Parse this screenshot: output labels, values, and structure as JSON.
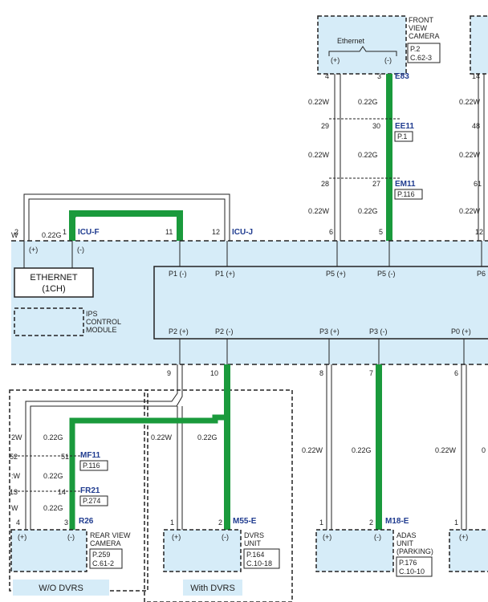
{
  "connectors": {
    "e83": "E83",
    "ee11": "EE11",
    "em11": "EM11",
    "icu_f": "ICU-F",
    "icu_j": "ICU-J",
    "mf11": "MF11",
    "fr21": "FR21",
    "r26": "R26",
    "m55e": "M55-E",
    "m18e": "M18-E"
  },
  "refs": {
    "ee11": "P.1",
    "em11": "P.116",
    "mf11": "P.116",
    "fr21": "P.274"
  },
  "wires": {
    "w022w": "0.22W",
    "w022g": "0.22G",
    "w_cut": "W",
    "w_cut2": "W",
    "w_cut3": "2W",
    "w_cut4": ":W",
    "w_cut5": "W",
    "w_cut6": "0"
  },
  "pins": {
    "p4": "4",
    "p3": "3",
    "p29": "29",
    "p30": "30",
    "p28": "28",
    "p27": "27",
    "p6": "6",
    "p5": "5",
    "p14": "14",
    "p48": "48",
    "p61": "61",
    "p12": "12",
    "p2": "2",
    "p1": "1",
    "p11": "11",
    "p9": "9",
    "p10": "10",
    "p8": "8",
    "p7": "7",
    "p6b": "6",
    "p51": "51",
    "p52": "52",
    "p13": "13",
    "p14b": "14",
    "p4b": "4",
    "p3b": "3",
    "pd1": "1",
    "pd2": "2",
    "pa1": "1",
    "pa2": "2",
    "pr1": "1"
  },
  "front_camera": {
    "name_line1": "FRONT",
    "name_line2": "VIEW",
    "name_line3": "CAMERA",
    "ref1": "P.2",
    "ref2": "C.62-3",
    "inner": "Ethernet",
    "plus": "(+)",
    "minus": "(-)"
  },
  "icu": {
    "ethernet_line1": "ETHERNET",
    "ethernet_line2": "(1CH)",
    "ips_line1": "IPS",
    "ips_line2": "CONTROL",
    "ips_line3": "MODULE",
    "plus": "(+)",
    "minus": "(-)",
    "p1_minus": "P1 (-)",
    "p1_plus": "P1 (+)",
    "p5_plus": "P5 (+)",
    "p5_minus": "P5 (-)",
    "p6": "P6",
    "p2_plus": "P2 (+)",
    "p2_minus": "P2 (-)",
    "p3_plus": "P3 (+)",
    "p3_minus": "P3 (-)",
    "p0_plus": "P0 (+)"
  },
  "rear_camera": {
    "name_line1": "REAR VIEW",
    "name_line2": "CAMERA",
    "ref1": "P.259",
    "ref2": "C.61-2",
    "plus": "(+)",
    "minus": "(-)"
  },
  "dvrs": {
    "name_line1": "DVRS",
    "name_line2": "UNIT",
    "ref1": "P.164",
    "ref2": "C.10-18",
    "plus": "(+)",
    "minus": "(-)"
  },
  "adas": {
    "name_line1": "ADAS",
    "name_line2": "UNIT",
    "name_line3": "(PARKING)",
    "ref1": "P.176",
    "ref2": "C.10-10",
    "plus": "(+)",
    "minus": "(-)"
  },
  "right_unit": {
    "plus": "(+)"
  },
  "footer": {
    "wo_dvrs": "W/O DVRS",
    "with_dvrs": "With DVRS"
  },
  "colors": {
    "green": "#1a9a3c",
    "light_blue": "#d6ecf8",
    "navy": "#1f3b8f"
  }
}
